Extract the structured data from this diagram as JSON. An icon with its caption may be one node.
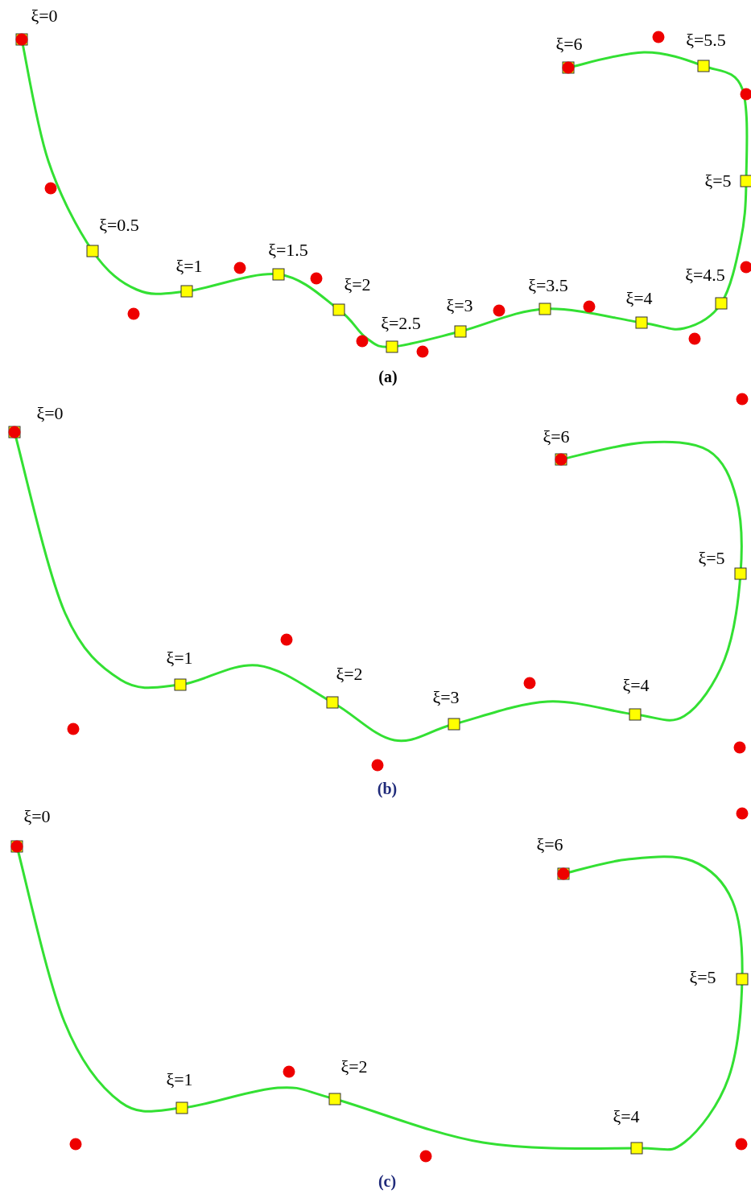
{
  "diagram": {
    "labels": [
      "ξ=0",
      "ξ=5.5",
      "ξ=6",
      "ξ=5",
      "ξ=0.5",
      "ξ=1.5",
      "ξ=1",
      "ξ=4.5",
      "ξ=2",
      "ξ=3.5",
      "ξ=4",
      "ξ=3",
      "ξ=2.5",
      "(a)",
      "ξ=0",
      "ξ=6",
      "ξ=5",
      "ξ=1",
      "ξ=2",
      "ξ=4",
      "ξ=3",
      "(b)",
      "ξ=0",
      "ξ=6",
      "ξ=5",
      "ξ=2",
      "ξ=1",
      "ξ=4",
      "(c)"
    ]
  }
}
